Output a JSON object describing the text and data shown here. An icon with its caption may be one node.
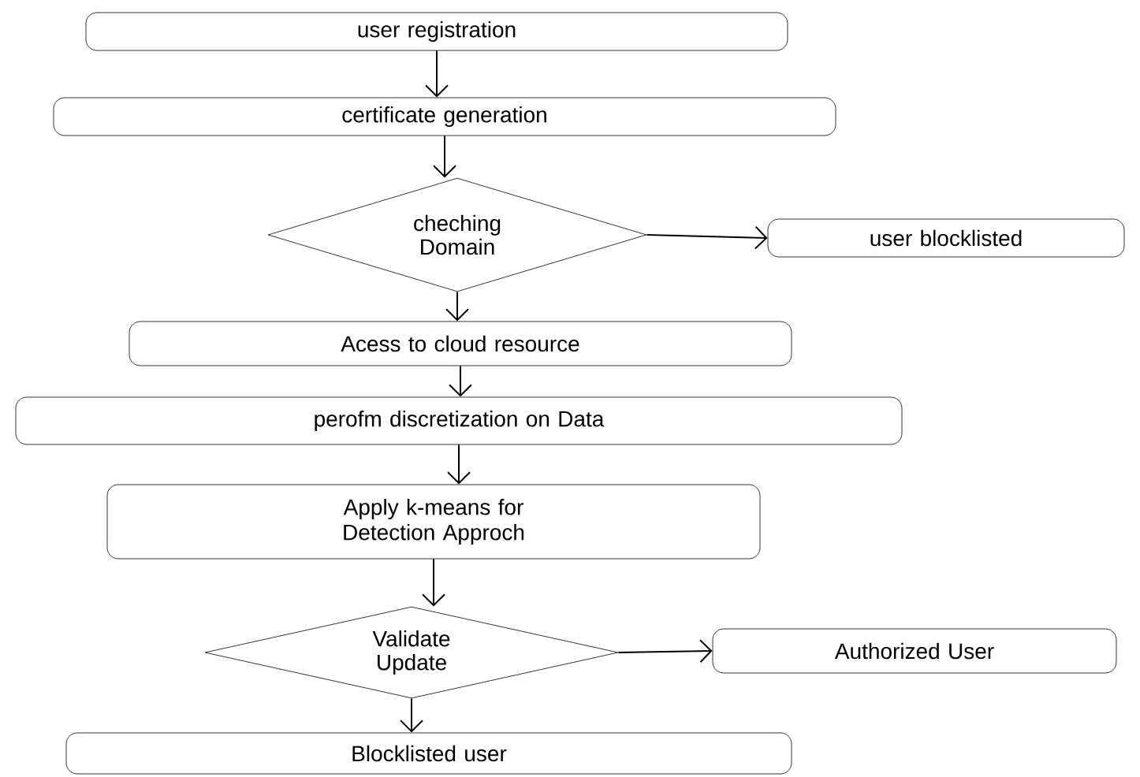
{
  "diagram": {
    "nodes": [
      {
        "text": [
          "user registration"
        ]
      },
      {
        "text": [
          "certificate generation"
        ]
      },
      {
        "text": [
          "cheching Domain"
        ]
      },
      {
        "text": [
          "user blocklisted"
        ]
      },
      {
        "text": [
          "Acess to cloud resource"
        ]
      },
      {
        "text": [
          "perofm discretization on Data"
        ]
      },
      {
        "text": [
          "Apply k-means for Detection Approch"
        ]
      },
      {
        "text": [
          "Validate Update"
        ]
      },
      {
        "text": [
          "Authorized User"
        ]
      },
      {
        "text": [
          "Blocklisted user"
        ]
      }
    ],
    "edges": [
      {
        "from": 0,
        "to": 1,
        "arrow": "to"
      },
      {
        "from": 1,
        "to": 2,
        "arrow": "to"
      },
      {
        "from": 2,
        "to": 3,
        "arrow": "to"
      },
      {
        "from": 2,
        "to": 4,
        "arrow": "to"
      },
      {
        "from": 4,
        "to": 5,
        "arrow": "to"
      },
      {
        "from": 5,
        "to": 6,
        "arrow": "to"
      },
      {
        "from": 6,
        "to": 7,
        "arrow": "to"
      },
      {
        "from": 7,
        "to": 8,
        "arrow": "to"
      },
      {
        "from": 7,
        "to": 9,
        "arrow": "to"
      }
    ]
  }
}
